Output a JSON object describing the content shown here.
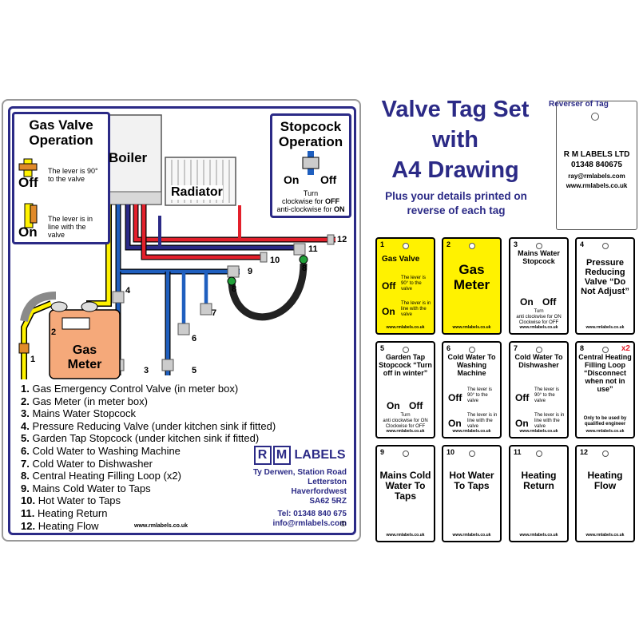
{
  "drawing": {
    "gas_valve_panel": {
      "title": "Gas Valve Operation",
      "off_label": "Off",
      "on_label": "On",
      "off_text": "The lever is 90° to the valve",
      "on_text": "The lever is in line with the valve"
    },
    "boiler_label": "Boiler",
    "radiator_label": "Radiator",
    "gas_meter_label": "Gas Meter",
    "stopcock_panel": {
      "title": "Stopcock Operation",
      "on_label": "On",
      "off_label": "Off",
      "line1": "Turn",
      "line2_prefix": "clockwise for ",
      "line2_bold": "OFF",
      "line3_prefix": "anti-clockwise for ",
      "line3_bold": "ON"
    },
    "numbers": [
      "1",
      "2",
      "3",
      "4",
      "5",
      "6",
      "7",
      "8",
      "8",
      "9",
      "10",
      "11",
      "12"
    ],
    "legend": [
      {
        "num": "1.",
        "text": "Gas Emergency Control Valve (in meter box)"
      },
      {
        "num": "2.",
        "text": "Gas Meter (in meter box)"
      },
      {
        "num": "3.",
        "text": "Mains Water Stopcock"
      },
      {
        "num": "4.",
        "text": "Pressure Reducing Valve (under kitchen sink if fitted)"
      },
      {
        "num": "5.",
        "text": "Garden Tap Stopcock (under kitchen sink if fitted)"
      },
      {
        "num": "6.",
        "text": "Cold Water to Washing Machine"
      },
      {
        "num": "7.",
        "text": "Cold Water to Dishwasher"
      },
      {
        "num": "8.",
        "text": "Central Heating Filling Loop (x2)"
      },
      {
        "num": "9.",
        "text": "Mains Cold Water to Taps"
      },
      {
        "num": "10.",
        "text": "Hot Water to Taps"
      },
      {
        "num": "11.",
        "text": "Heating Return"
      },
      {
        "num": "12.",
        "text": "Heating Flow"
      }
    ],
    "company": {
      "logo_r": "R",
      "logo_m": "M",
      "logo_word": "LABELS",
      "address1": "Ty Derwen, Station Road",
      "address2": "Letterston",
      "address3": "Haverfordwest",
      "address4": "SA62 5RZ",
      "tel": "Tel: 01348 840 675",
      "email": "info@rmlabels.com"
    },
    "footer_url": "www.rmlabels.co.uk",
    "copyright": "©"
  },
  "heading": {
    "line1": "Valve Tag Set",
    "line2": "with",
    "line3": "A4 Drawing",
    "sub1": "Plus your details printed on",
    "sub2": "reverse of each tag"
  },
  "reverse_tag": {
    "label": "Reverser of Tag",
    "company": "R M LABELS LTD",
    "phone": "01348 840675",
    "email": "ray@rmlabels.com",
    "web": "www.rmlabels.co.uk"
  },
  "tags": [
    {
      "num": "1",
      "title": "Gas Valve",
      "off": "Off",
      "on": "On",
      "note1": "The lever is 90° to the valve",
      "note2": "The lever is in line with the valve",
      "url": "www.rmlabels.co.uk"
    },
    {
      "num": "2",
      "title": "Gas Meter",
      "url": "www.rmlabels.co.uk"
    },
    {
      "num": "3",
      "title": "Mains Water Stopcock",
      "on": "On",
      "off": "Off",
      "note1": "Turn",
      "note2": "anti clockwise for ON",
      "note3": "Clockwise for OFF",
      "url": "www.rmlabels.co.uk"
    },
    {
      "num": "4",
      "title": "Pressure Reducing Valve “Do Not Adjust”",
      "url": "www.rmlabels.co.uk"
    },
    {
      "num": "5",
      "title": "Garden Tap Stopcock “Turn off in winter”",
      "on": "On",
      "off": "Off",
      "note1": "Turn",
      "note2": "anti clockwise for ON",
      "note3": "Clockwise for OFF",
      "url": "www.rmlabels.co.uk"
    },
    {
      "num": "6",
      "title": "Cold Water To Washing Machine",
      "off": "Off",
      "on": "On",
      "note1": "The lever is 90° to the valve",
      "note2": "The lever is in line with the valve",
      "url": "www.rmlabels.co.uk"
    },
    {
      "num": "7",
      "title": "Cold Water To Dishwasher",
      "off": "Off",
      "on": "On",
      "note1": "The lever is 90° to the valve",
      "note2": "The lever is in line with the valve",
      "url": "www.rmlabels.co.uk"
    },
    {
      "num": "8",
      "badge": "x2",
      "title": "Central Heating Filling Loop “Disconnect when not in use”",
      "note1": "Only to be used by qualified engineer",
      "url": "www.rmlabels.co.uk"
    },
    {
      "num": "9",
      "title": "Mains Cold Water To Taps",
      "url": "www.rmlabels.co.uk"
    },
    {
      "num": "10",
      "title": "Hot Water To Taps",
      "url": "www.rmlabels.co.uk"
    },
    {
      "num": "11",
      "title": "Heating Return",
      "url": "www.rmlabels.co.uk"
    },
    {
      "num": "12",
      "title": "Heating Flow",
      "url": "www.rmlabels.co.uk"
    }
  ],
  "colors": {
    "navy": "#2b2a86",
    "gas_yellow": "#fff200",
    "pipe_red": "#e3202b",
    "pipe_blue": "#1f5fbf",
    "pipe_navy": "#2b2a86",
    "meter_orange": "#f5a97a",
    "valve_green": "#22a13a"
  }
}
